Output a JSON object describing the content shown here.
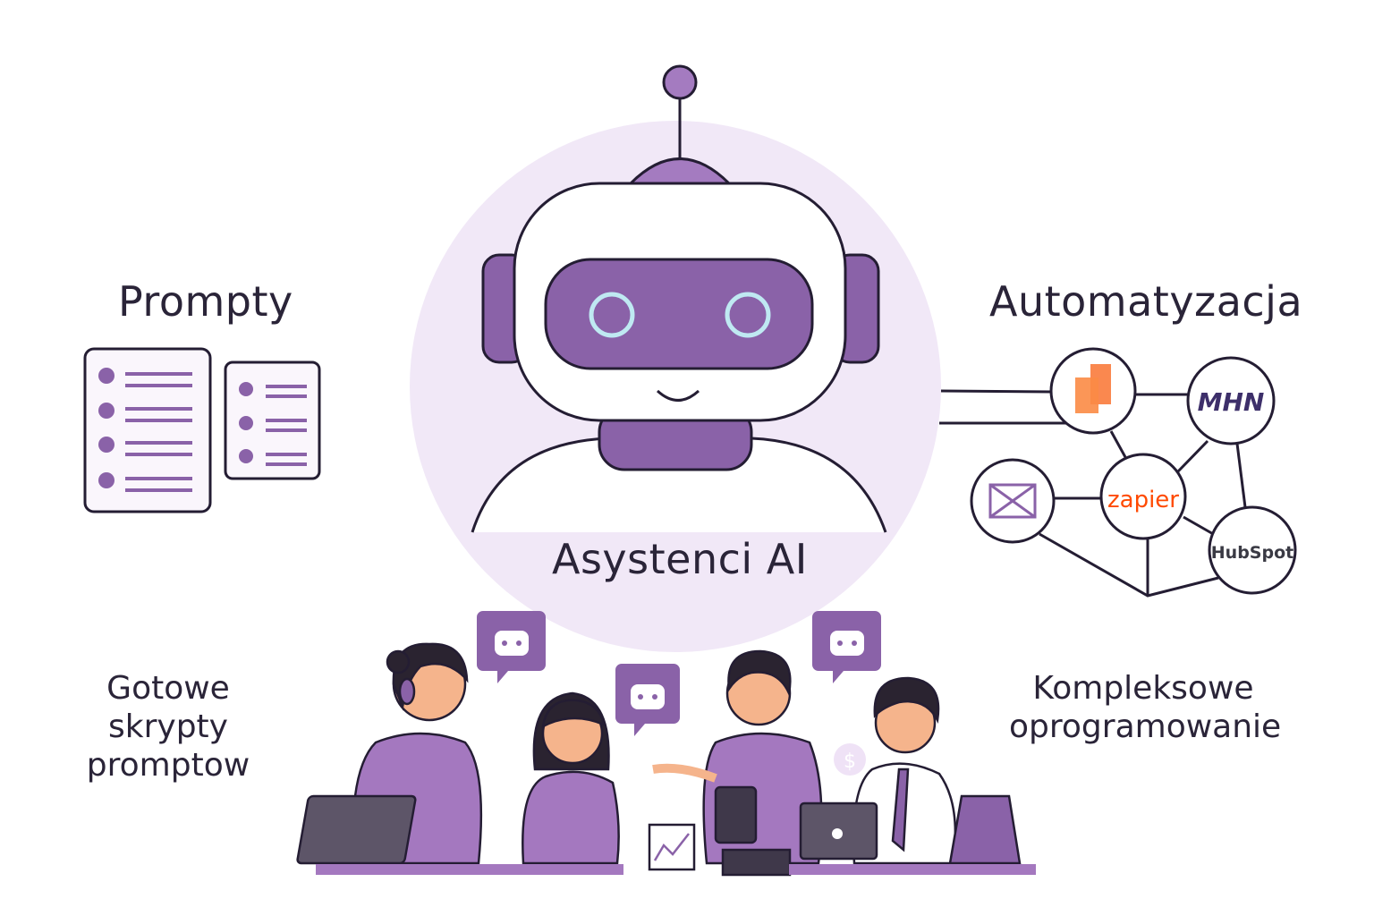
{
  "sections": {
    "prompts_title": "Prompty",
    "automation_title": "Automatyzacja",
    "assistants_title": "Asystenci AI",
    "scripts_lines": [
      "Gotowe",
      "skrypty",
      "promptow"
    ],
    "software_lines": [
      "Kompleksowe",
      "oprogramowanie"
    ]
  },
  "integrations": {
    "mhn": "MHN",
    "zapier": "zapier",
    "hubspot": "HubSpot"
  },
  "colors": {
    "purple": "#8a62a8",
    "light_purple": "#efe6f6",
    "outline": "#241d33",
    "zapier": "#ff4a00",
    "orange": "#f97b3c"
  },
  "misc": {
    "dollar": "$"
  }
}
